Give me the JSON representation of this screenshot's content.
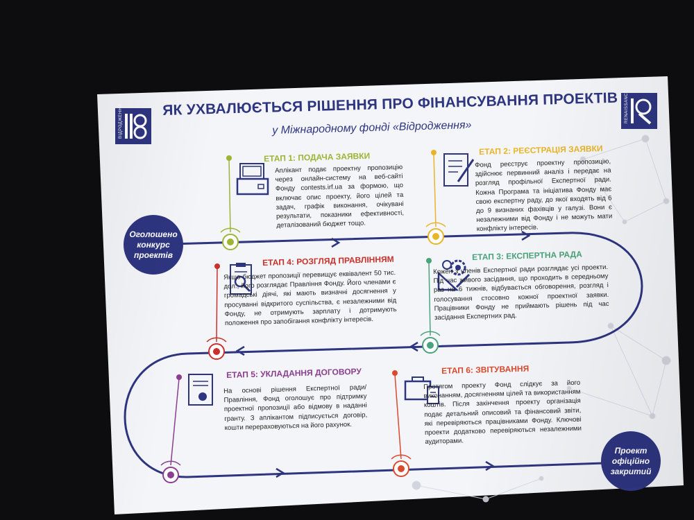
{
  "header": {
    "title": "ЯК УХВАЛЮЄТЬСЯ РІШЕННЯ ПРО ФІНАНСУВАННЯ ПРОЕКТІВ",
    "subtitle": "у Міжнародному фонді «Відродження»"
  },
  "logos": {
    "left_word": "ВІДРОДЖЕННЯ",
    "right_word": "RENAISSANCE"
  },
  "start_label": "Оголошено конкурс проектів",
  "end_label": "Проект офіційно закритий",
  "stages": [
    {
      "title": "ЕТАП 1: ПОДАЧА ЗАЯВКИ",
      "color": "#9bb535",
      "text": "Аплікант подає проектну пропозицію через онлайн-систему на веб-сайті Фонду contests.irf.ua за формою, що включає опис проекту, його цілей та задач, графік виконання, очікувані результати, показники ефективності, деталізований бюджет тощо.",
      "icon": "inbox-tray-icon"
    },
    {
      "title": "ЕТАП 2: РЕЄСТРАЦІЯ ЗАЯВКИ",
      "color": "#e8b52a",
      "text": "Фонд реєструє проектну пропозицію, здійснює первинний аналіз і передає на розгляд профільної Експертної ради. Кожна Програма та ініціатива Фонду має свою експертну раду, до якої входять від 6 до 9 визнаних фахівців у галузі. Вони є незалежними від Фонду і не можуть мати конфлікту інтересів.",
      "icon": "document-pen-icon"
    },
    {
      "title": "ЕТАП 3: ЕКСПЕРТНА РАДА",
      "color": "#4aa37a",
      "text": "Кожен з членів Експертної ради розглядає усі проекти. Під час живого засідання, що проходить в середньому раз на 6 тижнів, відбувається обговорення, розгляд і голосування стосовно кожної проектної заявки. Працівники Фонду не приймають рішень під час засідання Експертних рад.",
      "icon": "gears-ruler-icon"
    },
    {
      "title": "ЕТАП 4: РОЗГЛЯД ПРАВЛІННЯМ",
      "color": "#c9302c",
      "text": "Якщо бюджет пропозиції перевищує еквівалент 50 тис. дол., його розглядає Правління Фонду. Його членами є громадські діячі, які мають визначні досягнення у просуванні відкритого суспільства, є незалежними від Фонду, не отримують зарплату і дотримують положення про запобігання конфлікту інтересів.",
      "icon": "clipboard-magnifier-icon"
    },
    {
      "title": "ЕТАП 5: УКЛАДАННЯ ДОГОВОРУ",
      "color": "#8a3e8f",
      "text": "На основі рішення Експертної ради/Правління, Фонд оголошує про підтримку проектної пропозиції або відмову в наданні гранту. З аплікантом підписується договір, кошти перераховуються на його рахунок.",
      "icon": "certificate-icon"
    },
    {
      "title": "ЕТАП 6: ЗВІТУВАННЯ",
      "color": "#d9492e",
      "text": "Протягом проекту Фонд слідкує за його виконанням, досягненням цілей та використанням коштів. Після закінчення проекту організація подає детальний описовий та фінансовий звіти, які перевіряються працівниками Фонду. Ключові проекти додатково перевіряються незалежними аудиторами.",
      "icon": "briefcase-document-icon"
    }
  ],
  "colors": {
    "navy": "#2e3580",
    "paper": "#f4f5f8"
  }
}
